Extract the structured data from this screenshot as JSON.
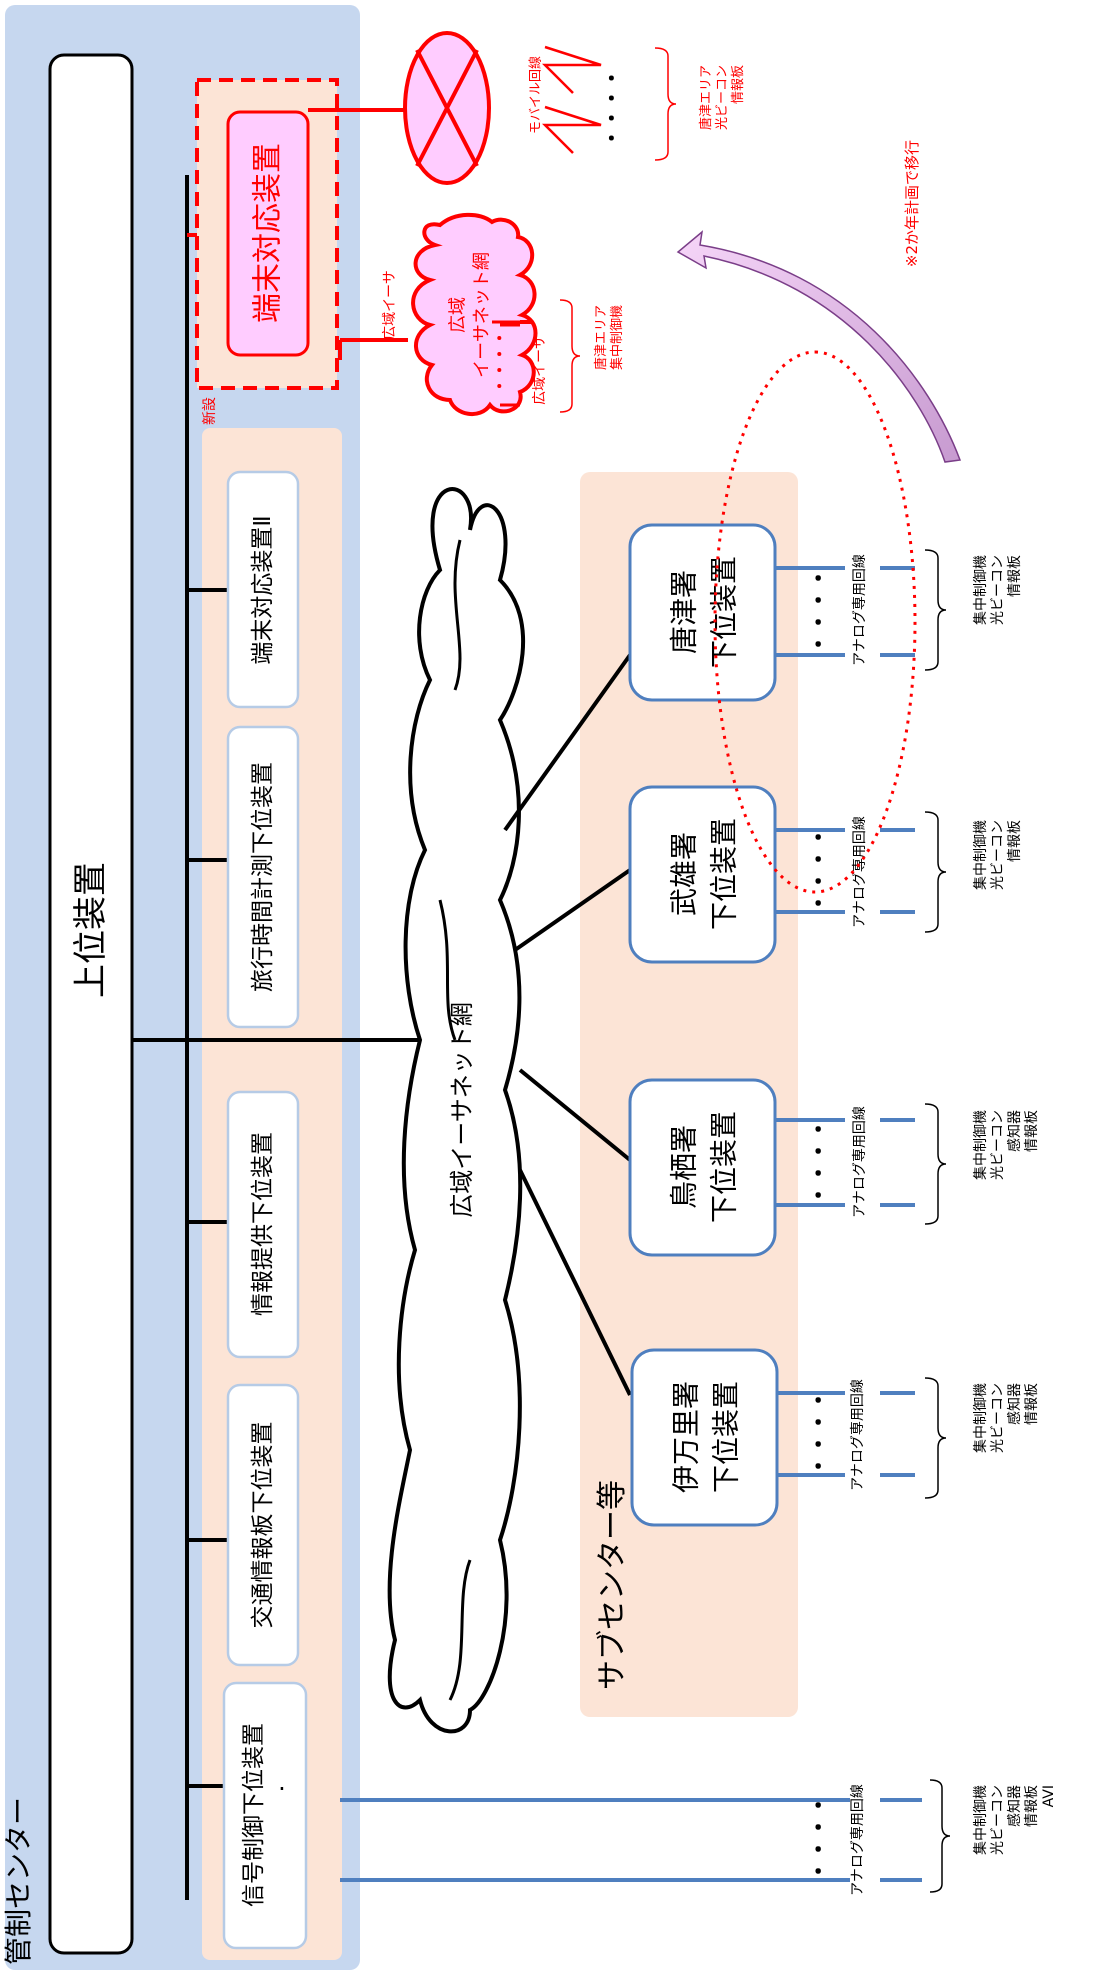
{
  "control_center": {
    "label": "管制センター",
    "upper_unit": "上位装置",
    "new_label": "新設",
    "new_terminal_unit": "端末対応装置",
    "lower_units": [
      "信号制御下位装置",
      "交通情報板下位装置",
      "情報提供下位装置",
      "旅行時間計測下位装置",
      "端末対応装置Ⅱ"
    ]
  },
  "network": {
    "main_cloud": "広域イーサネット網",
    "new_cloud_line1": "広域",
    "new_cloud_line2": "イーサネット網",
    "ether_label": "広域イーサ"
  },
  "sub_centers": {
    "label": "サブセンター等",
    "items": [
      {
        "line1": "伊万里署",
        "line2": "下位装置",
        "devices": [
          "集中制御機",
          "光ビーコン",
          "感知器",
          "情報板"
        ]
      },
      {
        "line1": "鳥栖署",
        "line2": "下位装置",
        "devices": [
          "集中制御機",
          "光ビーコン",
          "感知器",
          "情報板"
        ]
      },
      {
        "line1": "武雄署",
        "line2": "下位装置",
        "devices": [
          "集中制御機",
          "光ビーコン",
          "情報板"
        ]
      },
      {
        "line1": "唐津署",
        "line2": "下位装置",
        "devices": [
          "集中制御機",
          "光ビーコン",
          "情報板"
        ]
      }
    ]
  },
  "analog_line": "アナログ専用回線",
  "direct_devices": [
    "集中制御機",
    "光ビーコン",
    "感知器",
    "情報板",
    "AVI"
  ],
  "mobile": {
    "line_label": "モバイル回線",
    "devices": [
      "唐津エリア",
      "光ビーコン",
      "情報板"
    ]
  },
  "ether_devices": [
    "唐津エリア",
    "集中制御機"
  ],
  "dots": "・・・・",
  "note": "※2か年計画で移行",
  "colors": {
    "center_bg": "#c6d7ef",
    "peach": "#fce4d6",
    "line_blue": "#4f7fbf",
    "red": "#ff0000",
    "pink": "#ffccff",
    "arrow_fill": "#e0b0e8"
  }
}
